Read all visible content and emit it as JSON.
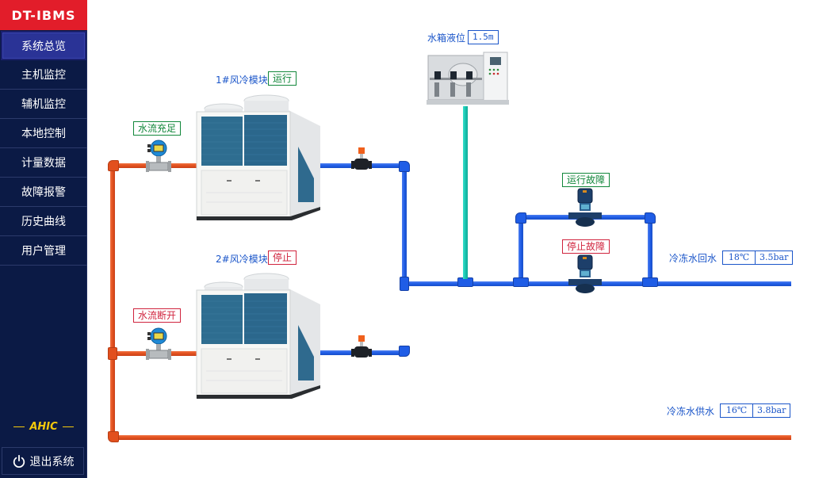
{
  "app": {
    "logo": "DT-IBMS",
    "brand_tag": "AHIC"
  },
  "sidebar": {
    "items": [
      {
        "label": "系统总览",
        "active": true
      },
      {
        "label": "主机监控",
        "active": false
      },
      {
        "label": "辅机监控",
        "active": false
      },
      {
        "label": "本地控制",
        "active": false
      },
      {
        "label": "计量数据",
        "active": false
      },
      {
        "label": "故障报警",
        "active": false
      },
      {
        "label": "历史曲线",
        "active": false
      },
      {
        "label": "用户管理",
        "active": false
      }
    ],
    "logout_label": "退出系统"
  },
  "diagram": {
    "water_tank": {
      "label": "水箱液位",
      "value": "1.5m"
    },
    "chiller_1": {
      "label": "1#风冷模块",
      "status": "运行",
      "status_color": "#11873a"
    },
    "chiller_2": {
      "label": "2#风冷模块",
      "status": "停止",
      "status_color": "#d0233d"
    },
    "flow_1": {
      "status": "水流充足",
      "status_color": "#11873a"
    },
    "flow_2": {
      "status": "水流断开",
      "status_color": "#d0233d"
    },
    "pump_1": {
      "status": "运行故障",
      "status_color": "#11873a"
    },
    "pump_2": {
      "status": "停止故障",
      "status_color": "#d0233d"
    },
    "return_water": {
      "label": "冷冻水回水",
      "temperature": "18℃",
      "pressure": "3.5bar"
    },
    "supply_water": {
      "label": "冷冻水供水",
      "temperature": "16℃",
      "pressure": "3.8bar"
    }
  },
  "colors": {
    "sidebar_bg": "#0b1a45",
    "logo_bg": "#e21d2a",
    "active_nav": "#2a3396",
    "hot_pipe": "#e2501e",
    "cold_pipe": "#1f5de6",
    "tank_pipe": "#18c4b0",
    "accent_text": "#1a55c9",
    "brand_tag": "#f2c80c"
  }
}
